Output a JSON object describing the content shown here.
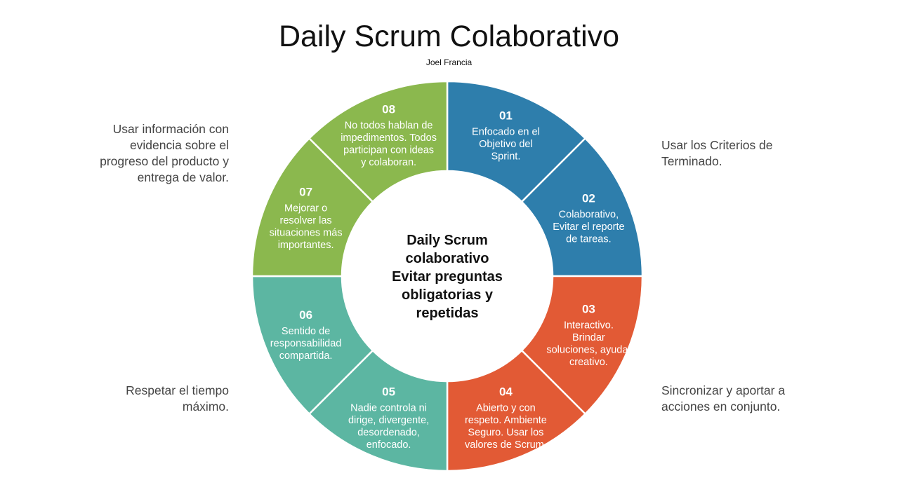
{
  "title": "Daily Scrum Colaborativo",
  "subtitle": "Joel Francia",
  "center_lines": [
    "Daily Scrum",
    "colaborativo",
    "Evitar preguntas",
    "obligatorias y",
    "repetidas"
  ],
  "segments": [
    {
      "num": "01",
      "lines": [
        "Enfocado en el",
        "Objetivo del",
        "Sprint."
      ],
      "color": "#2E7EAC"
    },
    {
      "num": "02",
      "lines": [
        "Colaborativo,",
        "Evitar el reporte",
        "de tareas."
      ],
      "color": "#2E7EAC"
    },
    {
      "num": "03",
      "lines": [
        "Interactivo.",
        "Brindar",
        "soluciones, ayuda,",
        "creativo."
      ],
      "color": "#E25A35"
    },
    {
      "num": "04",
      "lines": [
        "Abierto y con",
        "respeto. Ambiente",
        "Seguro.  Usar los",
        "valores de Scrum."
      ],
      "color": "#E25A35"
    },
    {
      "num": "05",
      "lines": [
        "Nadie controla ni",
        "dirige, divergente,",
        "desordenado,",
        "enfocado."
      ],
      "color": "#5CB6A2"
    },
    {
      "num": "06",
      "lines": [
        "Sentido de",
        "responsabilidad",
        "compartida."
      ],
      "color": "#5CB6A2"
    },
    {
      "num": "07",
      "lines": [
        "Mejorar o",
        "resolver las",
        "situaciones más",
        "importantes."
      ],
      "color": "#8BB84E"
    },
    {
      "num": "08",
      "lines": [
        "No todos hablan de",
        "impedimentos. Todos",
        "participan con ideas",
        "y colaboran."
      ],
      "color": "#8BB84E"
    }
  ],
  "arrow_colors": [
    "#265E84",
    "#B9391F",
    "#3F8B7B",
    "#668C3A"
  ],
  "side_notes": {
    "top_left": [
      "Usar información con",
      "evidencia sobre el",
      "progreso del producto y",
      "entrega de valor."
    ],
    "top_right": [
      "Usar los Criterios de",
      "Terminado."
    ],
    "bottom_left": [
      "Respetar el tiempo",
      "máximo."
    ],
    "bottom_right": [
      "Sincronizar y aportar a",
      "acciones en conjunto."
    ]
  }
}
